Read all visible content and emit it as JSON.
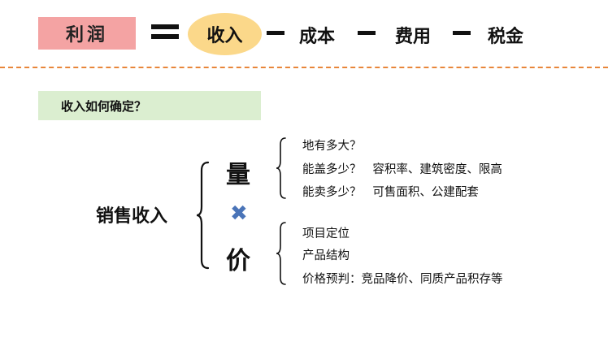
{
  "header": {
    "profit": "利润",
    "revenue": "收入",
    "cost": "成本",
    "expense": "费用",
    "tax": "税金"
  },
  "question": "收入如何确定？",
  "sales_revenue": "销售收入",
  "quantity": "量",
  "price": "价",
  "quantity_items": [
    "地有多大？",
    "能盖多少？   容积率、建筑密度、限高",
    "能卖多少？   可售面积、公建配套"
  ],
  "price_items": [
    "项目定位",
    "产品结构",
    "价格预判：竞品降价、同质产品积存等"
  ],
  "colors": {
    "profit_box": "#f4a3a3",
    "revenue_ellipse": "#fbd88a",
    "separator": "#e8863a",
    "question_box": "#dbeed0",
    "multiply": "#4a74b8"
  }
}
